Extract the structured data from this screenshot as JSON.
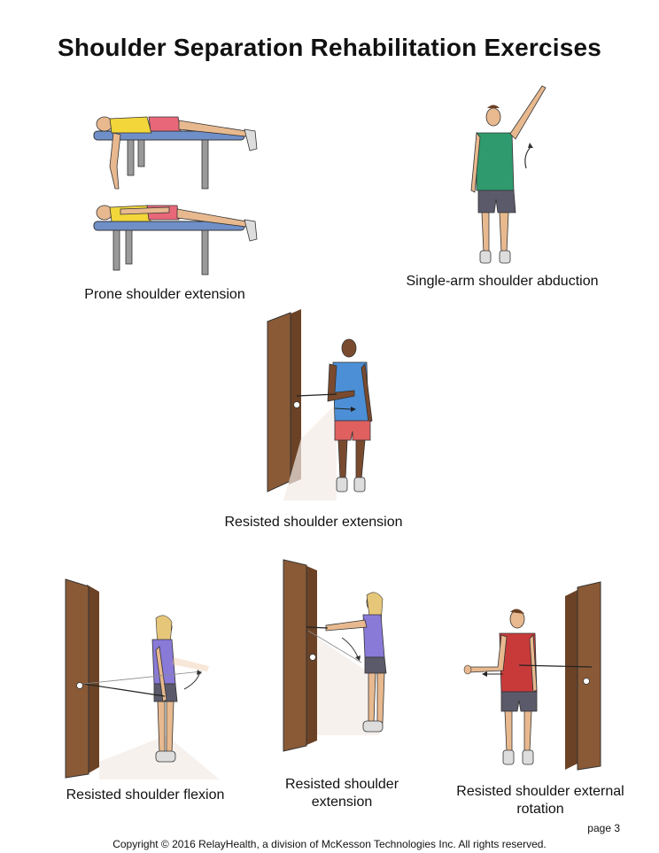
{
  "title": "Shoulder Separation Rehabilitation Exercises",
  "exercises": {
    "prone_extension": "Prone shoulder extension",
    "single_arm_abduction": "Single-arm shoulder abduction",
    "resisted_extension_center": "Resisted shoulder extension",
    "resisted_flexion": "Resisted shoulder flexion",
    "resisted_extension_bottom_line1": "Resisted shoulder",
    "resisted_extension_bottom_line2": "extension",
    "external_rotation_line1": "Resisted shoulder external",
    "external_rotation_line2": "rotation"
  },
  "page": "page 3",
  "copyright": "Copyright © 2016 RelayHealth, a division of McKesson Technologies Inc. All rights reserved.",
  "colors": {
    "door": "#8a5a36",
    "door_frame": "#6b4226",
    "bench_top": "#6f8fc8",
    "bench_leg": "#9a9a9a",
    "skin": "#e8b98f",
    "skin_dark": "#7a4a2e",
    "shirt_yellow": "#f2d63a",
    "shorts_pink": "#e8687a",
    "shirt_green": "#2f9a6e",
    "shirt_blue": "#4c8fd6",
    "shorts_red": "#e06060",
    "shirt_purple": "#8a7ad8",
    "shirt_red": "#c83a3a",
    "shorts_gray": "#5a5a6a",
    "hair_blonde": "#e6c77a",
    "hair_brown": "#6a4026"
  }
}
